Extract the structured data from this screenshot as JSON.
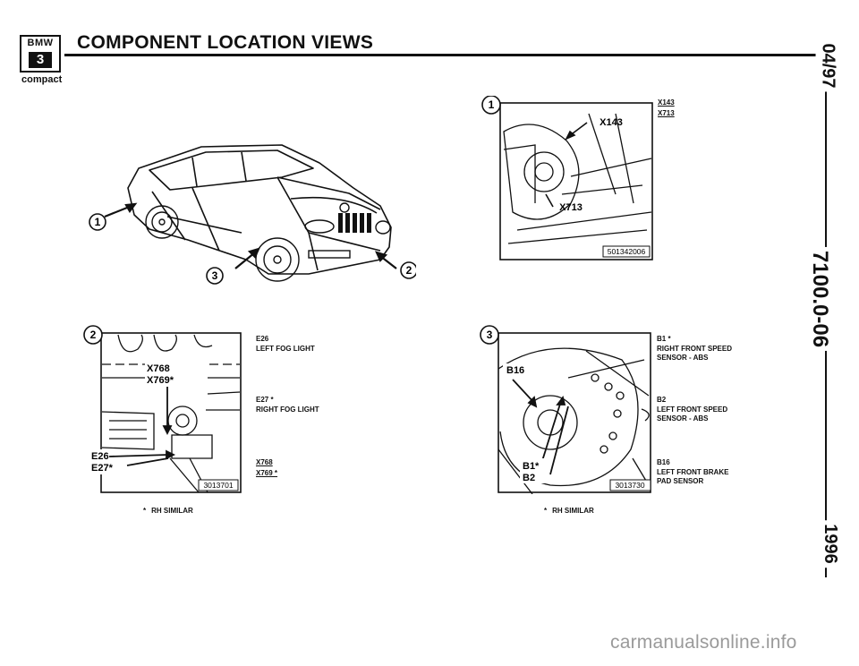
{
  "header": {
    "logo_brand": "BMW",
    "logo_series": "3",
    "logo_sub": "compact",
    "title": "COMPONENT LOCATION VIEWS"
  },
  "side_margin": {
    "date": "04/97",
    "page_number": "7100.0-06",
    "year": "1996"
  },
  "overview": {
    "callout_1": "1",
    "callout_2": "2",
    "callout_3": "3"
  },
  "view_1": {
    "callout": "1",
    "photo_labels": [
      "X143",
      "X713"
    ],
    "photo_id": "501342006",
    "legend": [
      "X143",
      "X713"
    ]
  },
  "view_2": {
    "callout": "2",
    "photo_labels": [
      "X768",
      "X769*",
      "E26",
      "E27*"
    ],
    "photo_id": "3013701",
    "legend": [
      {
        "code": "E26",
        "desc": "LEFT FOG LIGHT"
      },
      {
        "code": "E27 *",
        "desc": "RIGHT FOG LIGHT"
      },
      {
        "code": "X768",
        "desc": ""
      },
      {
        "code": "X769 *",
        "desc": ""
      }
    ],
    "note_star": "*",
    "note": "RH SIMILAR"
  },
  "view_3": {
    "callout": "3",
    "photo_labels": [
      "B16",
      "B1*",
      "B2"
    ],
    "photo_id": "3013730",
    "legend": [
      {
        "code": "B1 *",
        "desc": "RIGHT FRONT SPEED SENSOR - ABS"
      },
      {
        "code": "B2",
        "desc": "LEFT FRONT SPEED SENSOR - ABS"
      },
      {
        "code": "B16",
        "desc": "LEFT FRONT BRAKE PAD SENSOR"
      }
    ],
    "note_star": "*",
    "note": "RH SIMILAR"
  },
  "watermark": "carmanualsonline.info"
}
